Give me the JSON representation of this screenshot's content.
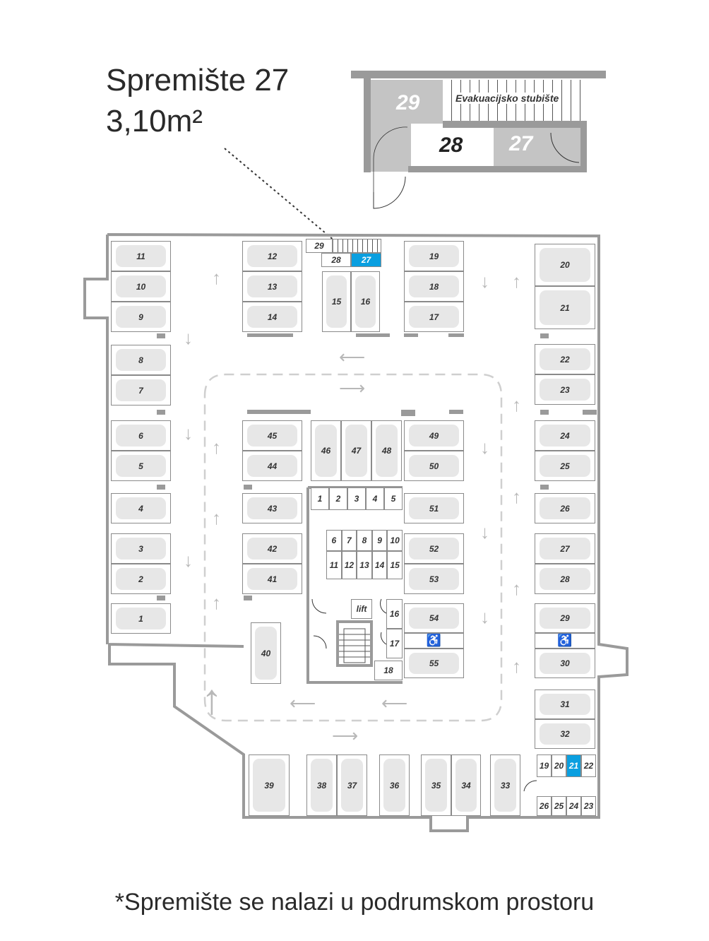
{
  "header": {
    "storage_name": "Spremište 27",
    "storage_area": "3,10m²"
  },
  "inset": {
    "stairs_label": "Evakuacijsko stubište",
    "rooms": [
      "29",
      "28",
      "27"
    ]
  },
  "top_storages": [
    "29",
    "28",
    "27"
  ],
  "selected_storage": "27",
  "parking": [
    "1",
    "2",
    "3",
    "4",
    "5",
    "6",
    "7",
    "8",
    "9",
    "10",
    "11",
    "12",
    "13",
    "14",
    "15",
    "16",
    "17",
    "18",
    "19",
    "20",
    "21",
    "22",
    "23",
    "24",
    "25",
    "26",
    "27",
    "28",
    "29",
    "30",
    "31",
    "32",
    "33",
    "34",
    "35",
    "36",
    "37",
    "38",
    "39",
    "40",
    "41",
    "42",
    "43",
    "44",
    "45",
    "46",
    "47",
    "48",
    "49",
    "50",
    "51",
    "52",
    "53",
    "54",
    "55"
  ],
  "central_storages": [
    "1",
    "2",
    "3",
    "4",
    "5",
    "6",
    "7",
    "8",
    "9",
    "10",
    "11",
    "12",
    "13",
    "14",
    "15",
    "16",
    "17",
    "18"
  ],
  "lift_label": "lift",
  "corner_storages": [
    "19",
    "20",
    "21",
    "22",
    "23",
    "24",
    "25",
    "26"
  ],
  "corner_selected": "21",
  "colors": {
    "highlight": "#0a9fe0",
    "wall": "#9a9a9a",
    "car": "#e7e7e7"
  },
  "footer": "*Spremište se nalazi u podrumskom prostoru"
}
